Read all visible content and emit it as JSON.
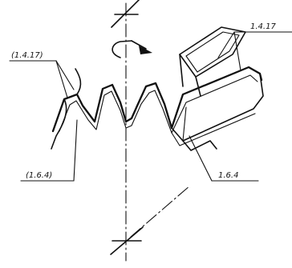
{
  "callouts": {
    "top_left": "(1.4.17)",
    "top_right": "1.4.17",
    "bottom_left": "(1.6.4)",
    "bottom_right": "1.6.4"
  }
}
